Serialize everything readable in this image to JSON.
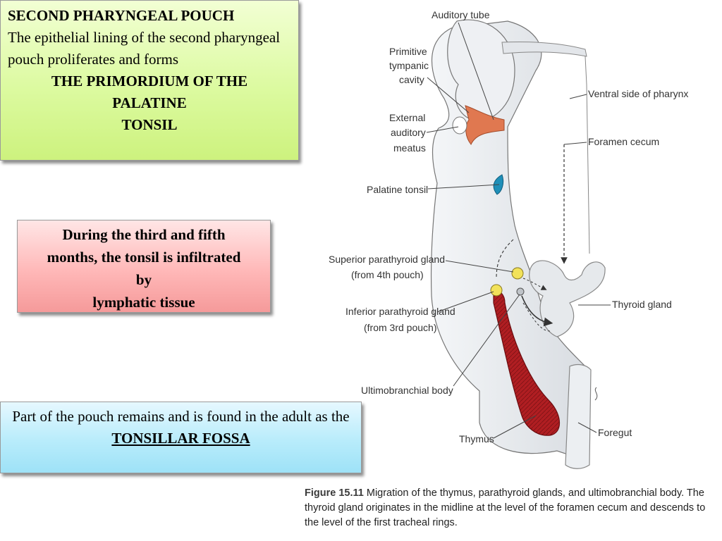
{
  "box1": {
    "heading": "SECOND PHARYNGEAL POUCH",
    "text": "The epithelial lining of the second pharyngeal pouch proliferates and forms",
    "emphasis_lines": [
      "THE PRIMORDIUM OF THE",
      "PALATINE",
      "TONSIL"
    ],
    "color": "#dcfaa0"
  },
  "box2": {
    "lines": [
      "During the third and fifth",
      "months, the tonsil is infiltrated",
      "by",
      "lymphatic tissue"
    ],
    "color": "#ffb8b8"
  },
  "box3": {
    "text": "Part of the pouch remains and is found in the adult as the",
    "term": "TONSILLAR FOSSA",
    "color": "#b8ecfb"
  },
  "diagram": {
    "labels": {
      "auditory_tube": "Auditory tube",
      "tympanic_1": "Primitive",
      "tympanic_2": "tympanic",
      "tympanic_3": "cavity",
      "meatus_1": "External",
      "meatus_2": "auditory",
      "meatus_3": "meatus",
      "ventral": "Ventral side of pharynx",
      "foramen": "Foramen cecum",
      "palatine": "Palatine tonsil",
      "sup_para_1": "Superior parathyroid gland",
      "sup_para_2": "(from 4th pouch)",
      "inf_para_1": "Inferior parathyroid gland",
      "inf_para_2": "(from 3rd pouch)",
      "thyroid": "Thyroid gland",
      "ultimo": "Ultimobranchial body",
      "thymus": "Thymus",
      "foregut": "Foregut"
    },
    "colors": {
      "tympanic": "#e07850",
      "tonsil": "#1f8fb8",
      "thymus": "#b01e22",
      "parathyroid": "#f2e25a"
    }
  },
  "caption": {
    "figure": "Figure 15.11",
    "text": "Migration of the thymus, parathyroid glands, and ultimobranchial body. The thyroid gland originates in the midline at the level of the foramen cecum and descends to the level of the first tracheal rings."
  }
}
